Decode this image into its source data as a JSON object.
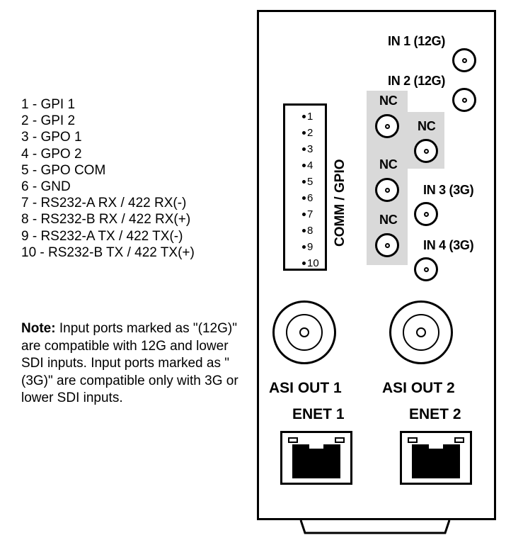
{
  "pin_legend": [
    "1 - GPI 1",
    "2 - GPI 2",
    "3 - GPO 1",
    "4 - GPO 2",
    "5 - GPO COM",
    "6 - GND",
    "7 - RS232-A RX / 422 RX(-)",
    "8 - RS232-B RX / 422 RX(+)",
    "9 - RS232-A TX / 422 TX(-)",
    "10 - RS232-B TX / 422 TX(+)"
  ],
  "note": {
    "label": "Note:",
    "text": "Input ports marked as \"(12G)\" are compatible with 12G and lower SDI inputs. Input ports marked as \"(3G)\" are compatible only with 3G or lower SDI inputs."
  },
  "gpio": {
    "title": "COMM / GPIO",
    "pins": [
      "1",
      "2",
      "3",
      "4",
      "5",
      "6",
      "7",
      "8",
      "9",
      "10"
    ]
  },
  "ports": {
    "in1": "IN 1 (12G)",
    "in2": "IN 2 (12G)",
    "in3": "IN 3 (3G)",
    "in4": "IN 4 (3G)",
    "nc1": "NC",
    "nc2": "NC",
    "nc3": "NC",
    "nc4": "NC",
    "asi_out1": "ASI OUT 1",
    "asi_out2": "ASI OUT 2",
    "enet1": "ENET 1",
    "enet2": "ENET 2"
  },
  "colors": {
    "outline": "#000000",
    "nc_zone": "#d9d9d9",
    "background": "#ffffff"
  }
}
